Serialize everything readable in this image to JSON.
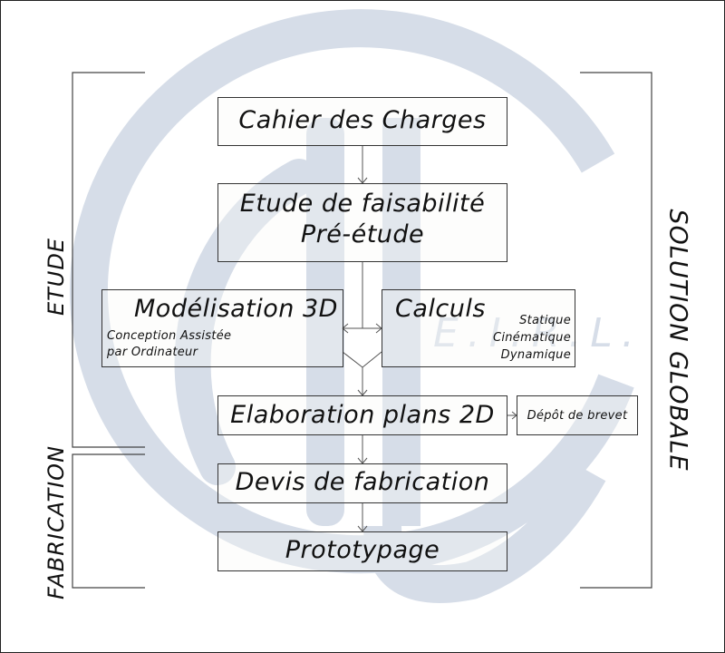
{
  "diagram": {
    "type": "flowchart",
    "watermark": {
      "text": "E.I.R.L.",
      "color": "#d6dde8"
    },
    "colors": {
      "line": "#333333",
      "box_fill": "#f7f7f5",
      "logo": "#d6dde8",
      "background": "#ffffff"
    },
    "side_labels": {
      "etude": "ETUDE",
      "fabrication": "FABRICATION",
      "solution": "SOLUTION GLOBALE"
    },
    "nodes": {
      "cahier": {
        "label": "Cahier des Charges"
      },
      "faisabilite": {
        "line1": "Etude de faisabilité",
        "line2": "Pré-étude"
      },
      "modelisation": {
        "label": "Modélisation 3D",
        "sub1": "Conception Assistée",
        "sub2": "par Ordinateur"
      },
      "calculs": {
        "label": "Calculs",
        "items": [
          "Statique",
          "Cinématique",
          "Dynamique"
        ]
      },
      "plans": {
        "label": "Elaboration plans 2D"
      },
      "brevet": {
        "label": "Dépôt de brevet"
      },
      "devis": {
        "label": "Devis de fabrication"
      },
      "prototypage": {
        "label": "Prototypage"
      }
    },
    "edges": [
      {
        "from": "cahier",
        "to": "faisabilite"
      },
      {
        "from": "faisabilite",
        "to": "modelisation"
      },
      {
        "from": "faisabilite",
        "to": "calculs"
      },
      {
        "from": "modelisation",
        "to": "plans"
      },
      {
        "from": "calculs",
        "to": "plans"
      },
      {
        "from": "plans",
        "to": "brevet"
      },
      {
        "from": "plans",
        "to": "devis"
      },
      {
        "from": "devis",
        "to": "prototypage"
      }
    ]
  }
}
